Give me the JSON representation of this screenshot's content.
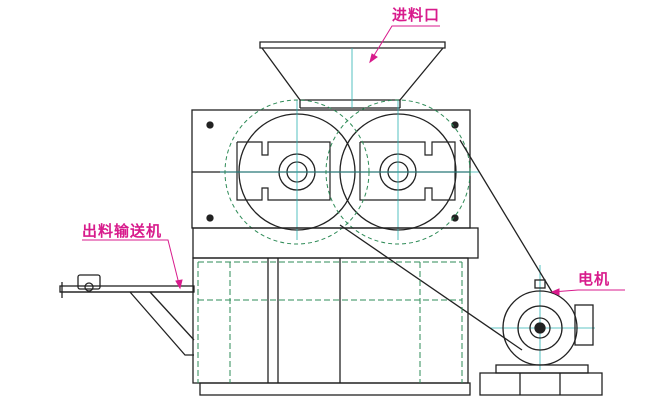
{
  "labels": {
    "inlet": "进料口",
    "conveyor": "出料输送机",
    "motor": "电机"
  },
  "colors": {
    "outline": "#222222",
    "centerline": "#2bb3b3",
    "callout": "#d81b8c",
    "hidden": "#2e8b57"
  }
}
